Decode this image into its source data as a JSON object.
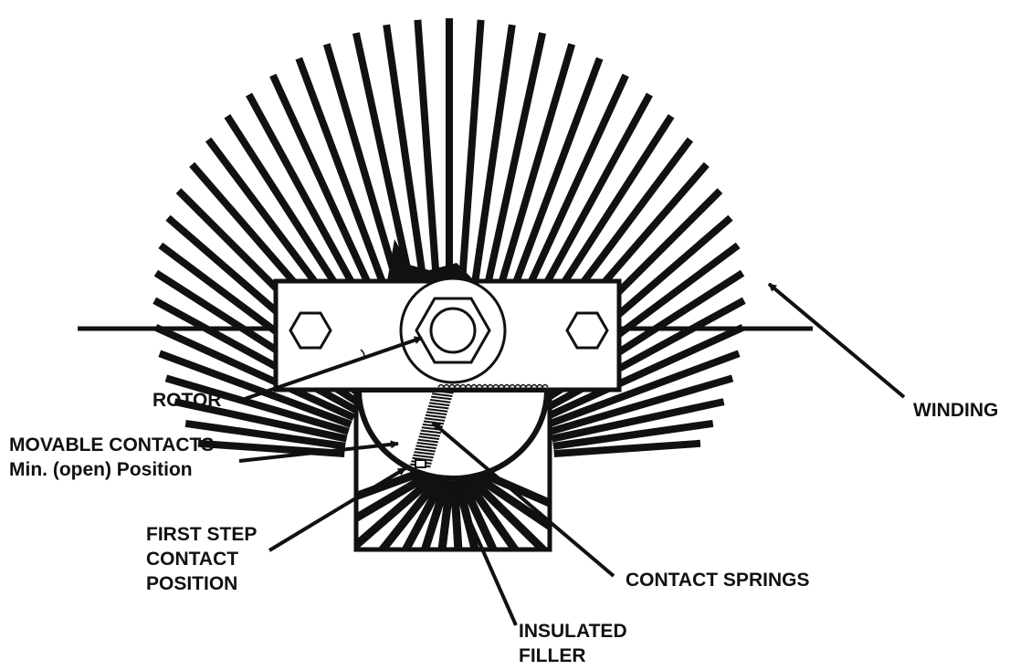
{
  "colors": {
    "ink": "#111111",
    "paper": "#ffffff"
  },
  "labels": {
    "rotor": "ROTOR",
    "winding": "WINDING",
    "movable_contacts": {
      "line1": "MOVABLE CONTACTS",
      "line2": "Min. (open) Position"
    },
    "first_step": {
      "line1": "FIRST STEP",
      "line2": "CONTACT",
      "line3": "POSITION"
    },
    "contact_springs": "CONTACT SPRINGS",
    "insulated_filler": {
      "line1": "INSULATED",
      "line2": "FILLER"
    }
  }
}
